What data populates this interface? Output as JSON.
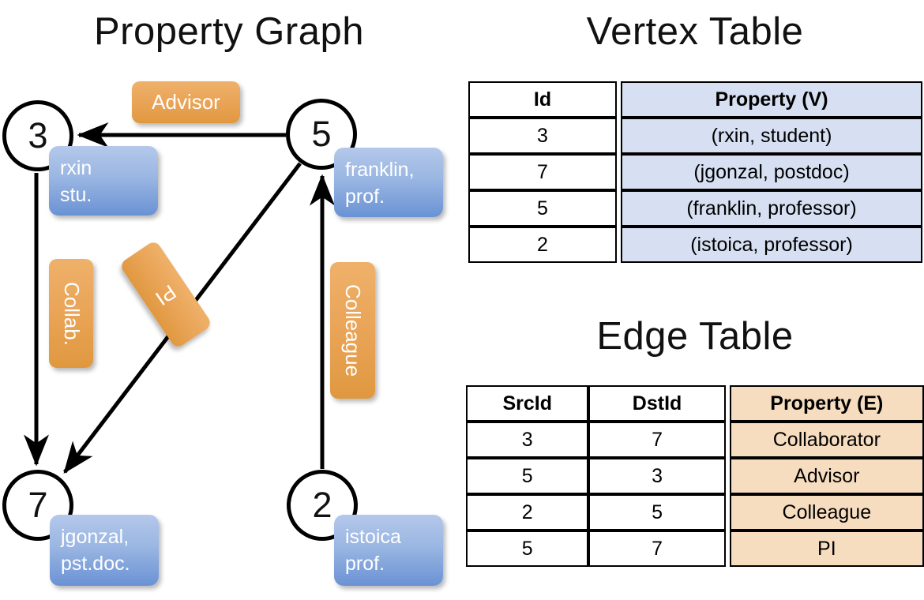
{
  "titles": {
    "property_graph": "Property Graph",
    "vertex_table": "Vertex Table",
    "edge_table": "Edge Table"
  },
  "colors": {
    "vertex_property_cell": "#d6e0f2",
    "edge_property_cell": "#f7ddc0",
    "node_property_box": "#8fb0e0",
    "edge_label_box": "#e9a457",
    "stroke": "#000000",
    "background": "#ffffff"
  },
  "graph": {
    "nodes": [
      {
        "id": "3",
        "name": "node-3",
        "property_line1": "rxin",
        "property_line2": "stu."
      },
      {
        "id": "5",
        "name": "node-5",
        "property_line1": "franklin,",
        "property_line2": "prof."
      },
      {
        "id": "7",
        "name": "node-7",
        "property_line1": "jgonzal,",
        "property_line2": "pst.doc."
      },
      {
        "id": "2",
        "name": "node-2",
        "property_line1": "istoica",
        "property_line2": "prof."
      }
    ],
    "edge_labels": [
      {
        "name": "advisor",
        "text": "Advisor",
        "orientation": "horizontal"
      },
      {
        "name": "collab",
        "text": "Collab.",
        "orientation": "vertical"
      },
      {
        "name": "pi",
        "text": "PI",
        "orientation": "diagonal"
      },
      {
        "name": "colleague",
        "text": "Colleague",
        "orientation": "vertical"
      }
    ],
    "edges": [
      {
        "src": "5",
        "dst": "3",
        "label": "Advisor"
      },
      {
        "src": "3",
        "dst": "7",
        "label": "Collab."
      },
      {
        "src": "5",
        "dst": "7",
        "label": "PI"
      },
      {
        "src": "2",
        "dst": "5",
        "label": "Colleague"
      }
    ]
  },
  "vertex_table": {
    "headers": [
      "Id",
      "Property (V)"
    ],
    "rows": [
      {
        "id": "3",
        "property": "(rxin, student)"
      },
      {
        "id": "7",
        "property": "(jgonzal, postdoc)"
      },
      {
        "id": "5",
        "property": "(franklin, professor)"
      },
      {
        "id": "2",
        "property": "(istoica, professor)"
      }
    ]
  },
  "edge_table": {
    "headers": [
      "SrcId",
      "DstId",
      "Property (E)"
    ],
    "rows": [
      {
        "src": "3",
        "dst": "7",
        "property": "Collaborator"
      },
      {
        "src": "5",
        "dst": "3",
        "property": "Advisor"
      },
      {
        "src": "2",
        "dst": "5",
        "property": "Colleague"
      },
      {
        "src": "5",
        "dst": "7",
        "property": "PI"
      }
    ]
  }
}
